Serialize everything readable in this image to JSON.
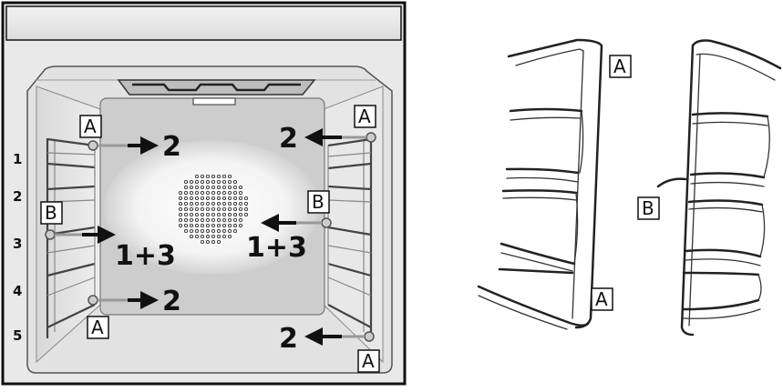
{
  "labels": {
    "A": "A",
    "B": "B"
  },
  "level_numbers": [
    "5",
    "4",
    "3",
    "2",
    "1"
  ],
  "callouts": {
    "two": "2",
    "one_plus_three": "1+3"
  },
  "colors": {
    "line": "#111111",
    "oven_bg": "#e6e6e6",
    "back_panel": "#cfcfcf",
    "fan_glow": "#f4f4f4"
  }
}
